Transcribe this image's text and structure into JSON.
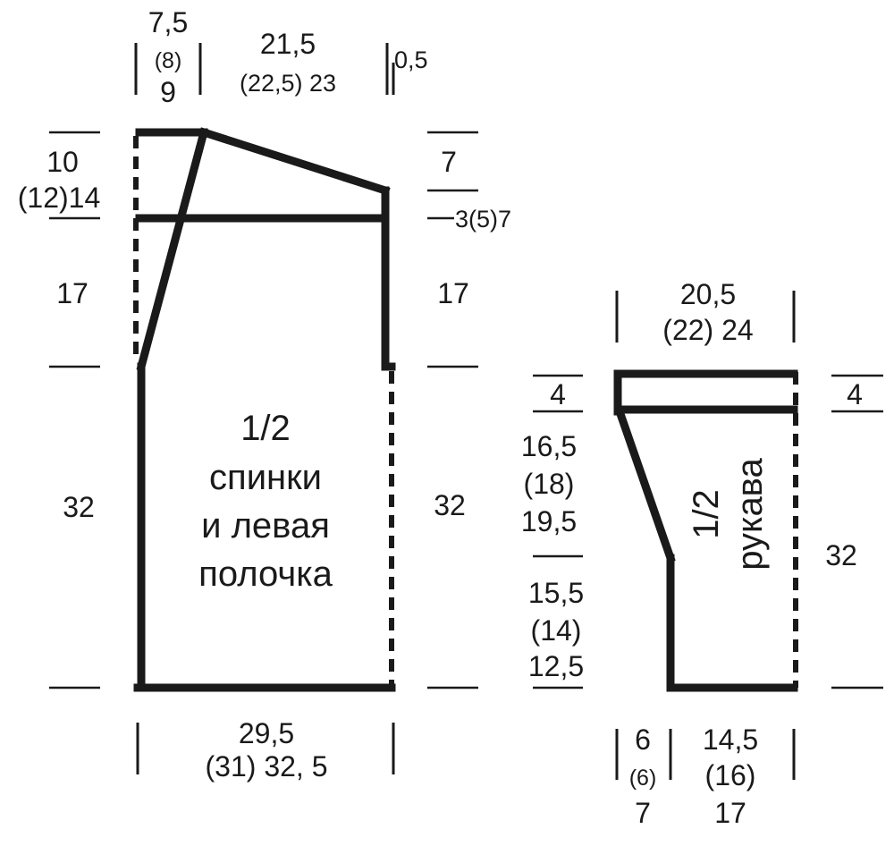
{
  "body_piece": {
    "label_lines": [
      "1/2",
      "спинки",
      "и левая",
      "полочка"
    ],
    "top": {
      "shoulder_left": [
        "7,5",
        "(8)",
        "9"
      ],
      "shoulder_mid": [
        "21,5",
        "(22,5)  23"
      ],
      "shoulder_right": "0,5"
    },
    "left": {
      "neck_depth": [
        "10",
        "(12)14"
      ],
      "armhole": "17",
      "body": "32"
    },
    "right": {
      "shoulder_slope": "7",
      "shoulder_step": "3(5)7",
      "armhole": "17",
      "body": "32"
    },
    "bottom": [
      "29,5",
      "(31)  32, 5"
    ]
  },
  "sleeve_piece": {
    "label_lines": [
      "1/2",
      "рукава"
    ],
    "top": [
      "20,5",
      "(22)  24"
    ],
    "left": {
      "cuff": "4",
      "upper": [
        "16,5",
        "(18)",
        "19,5"
      ],
      "lower": [
        "15,5",
        "(14)",
        "12,5"
      ]
    },
    "right": {
      "cuff": "4",
      "length": "32"
    },
    "bottom": {
      "left": [
        "6",
        "(6)",
        "7"
      ],
      "right": [
        "14,5",
        "(16)",
        "17"
      ]
    }
  }
}
